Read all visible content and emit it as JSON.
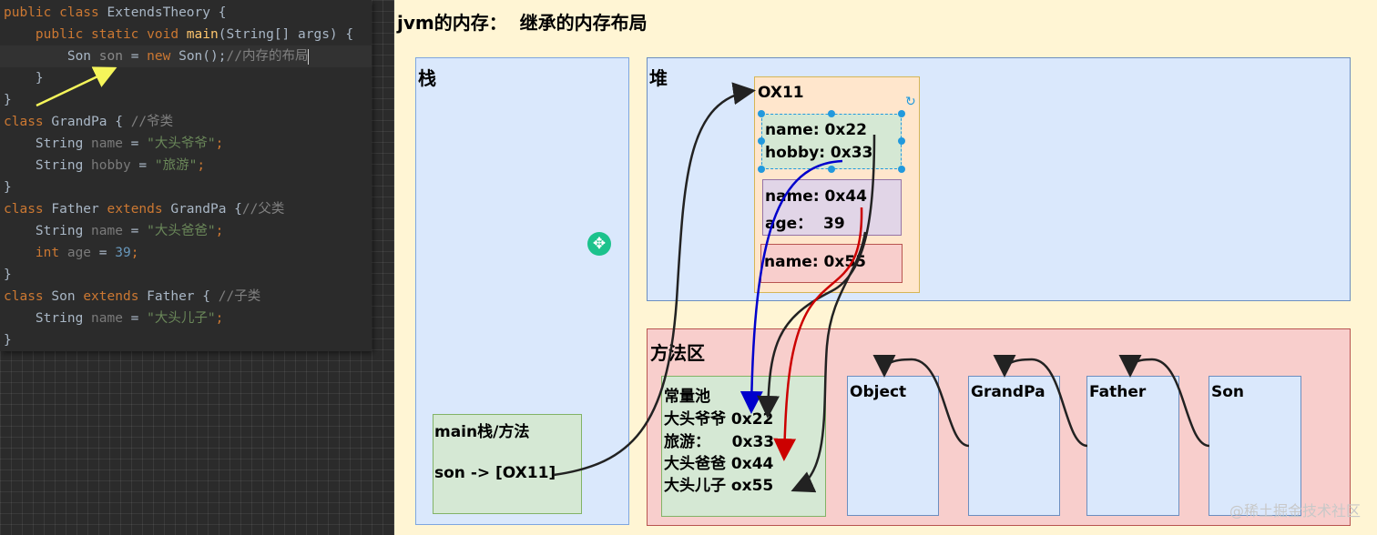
{
  "code": {
    "lines": [
      [
        {
          "t": "public class ",
          "c": "kw"
        },
        {
          "t": "ExtendsTheory {",
          "c": "cls"
        }
      ],
      [
        {
          "t": "    public static void ",
          "c": "kw"
        },
        {
          "t": "main",
          "c": "fn"
        },
        {
          "t": "(String[] args) {",
          "c": "cls"
        }
      ],
      [
        {
          "t": "        Son ",
          "c": "cls"
        },
        {
          "t": "son",
          "c": "var"
        },
        {
          "t": " = ",
          "c": "cls"
        },
        {
          "t": "new ",
          "c": "kw"
        },
        {
          "t": "Son();",
          "c": "cls"
        },
        {
          "t": "//内存的布局",
          "c": "cmt"
        }
      ],
      [
        {
          "t": "    }",
          "c": "cls"
        }
      ],
      [
        {
          "t": "}",
          "c": "cls"
        }
      ],
      [
        {
          "t": "class ",
          "c": "kw"
        },
        {
          "t": "GrandPa { ",
          "c": "cls"
        },
        {
          "t": "//爷类",
          "c": "cmt"
        }
      ],
      [
        {
          "t": "    String ",
          "c": "cls"
        },
        {
          "t": "name",
          "c": "fld"
        },
        {
          "t": " = ",
          "c": "cls"
        },
        {
          "t": "\"大头爷爷\"",
          "c": "str"
        },
        {
          "t": ";",
          "c": "kw"
        }
      ],
      [
        {
          "t": "    String ",
          "c": "cls"
        },
        {
          "t": "hobby",
          "c": "fld"
        },
        {
          "t": " = ",
          "c": "cls"
        },
        {
          "t": "\"旅游\"",
          "c": "str"
        },
        {
          "t": ";",
          "c": "kw"
        }
      ],
      [
        {
          "t": "}",
          "c": "cls"
        }
      ],
      [
        {
          "t": "class ",
          "c": "kw"
        },
        {
          "t": "Father ",
          "c": "cls"
        },
        {
          "t": "extends ",
          "c": "kw"
        },
        {
          "t": "GrandPa {",
          "c": "cls"
        },
        {
          "t": "//父类",
          "c": "cmt"
        }
      ],
      [
        {
          "t": "    String ",
          "c": "cls"
        },
        {
          "t": "name",
          "c": "fld"
        },
        {
          "t": " = ",
          "c": "cls"
        },
        {
          "t": "\"大头爸爸\"",
          "c": "str"
        },
        {
          "t": ";",
          "c": "kw"
        }
      ],
      [
        {
          "t": "    int ",
          "c": "kw"
        },
        {
          "t": "age",
          "c": "fld"
        },
        {
          "t": " = ",
          "c": "cls"
        },
        {
          "t": "39",
          "c": "num"
        },
        {
          "t": ";",
          "c": "kw"
        }
      ],
      [
        {
          "t": "}",
          "c": "cls"
        }
      ],
      [
        {
          "t": "class ",
          "c": "kw"
        },
        {
          "t": "Son ",
          "c": "cls"
        },
        {
          "t": "extends ",
          "c": "kw"
        },
        {
          "t": "Father { ",
          "c": "cls"
        },
        {
          "t": "//子类",
          "c": "cmt"
        }
      ],
      [
        {
          "t": "    String ",
          "c": "cls"
        },
        {
          "t": "name",
          "c": "fld"
        },
        {
          "t": " = ",
          "c": "cls"
        },
        {
          "t": "\"大头儿子\"",
          "c": "str"
        },
        {
          "t": ";",
          "c": "kw"
        }
      ],
      [
        {
          "t": "}",
          "c": "cls"
        }
      ]
    ]
  },
  "diagram": {
    "title": "jvm的内存：  继承的内存布局",
    "stack": {
      "label": "栈",
      "frame_title": "main栈/方法",
      "frame_ref": "son -> [OX11]"
    },
    "heap": {
      "label": "堆",
      "object_addr": "OX11",
      "grandpa_name": "name: 0x22",
      "grandpa_hobby": "hobby: 0x33",
      "father_name": "name: 0x44",
      "father_age": "age：  39",
      "son_name": "name: 0x55"
    },
    "method_area": {
      "label": "方法区",
      "pool_title": "常量池",
      "pool_lines": [
        "大头爷爷 0x22",
        "旅游：    0x33",
        "大头爸爸 0x44",
        "大头儿子 ox55"
      ],
      "classes": [
        "Object",
        "GrandPa",
        "Father",
        "Son"
      ]
    }
  },
  "watermark": "@稀土掘金技术社区",
  "colors": {
    "arrow_black": "#222222",
    "arrow_blue": "#0000cc",
    "arrow_red": "#cc0000",
    "annotation_yellow": "#f5f55a"
  }
}
